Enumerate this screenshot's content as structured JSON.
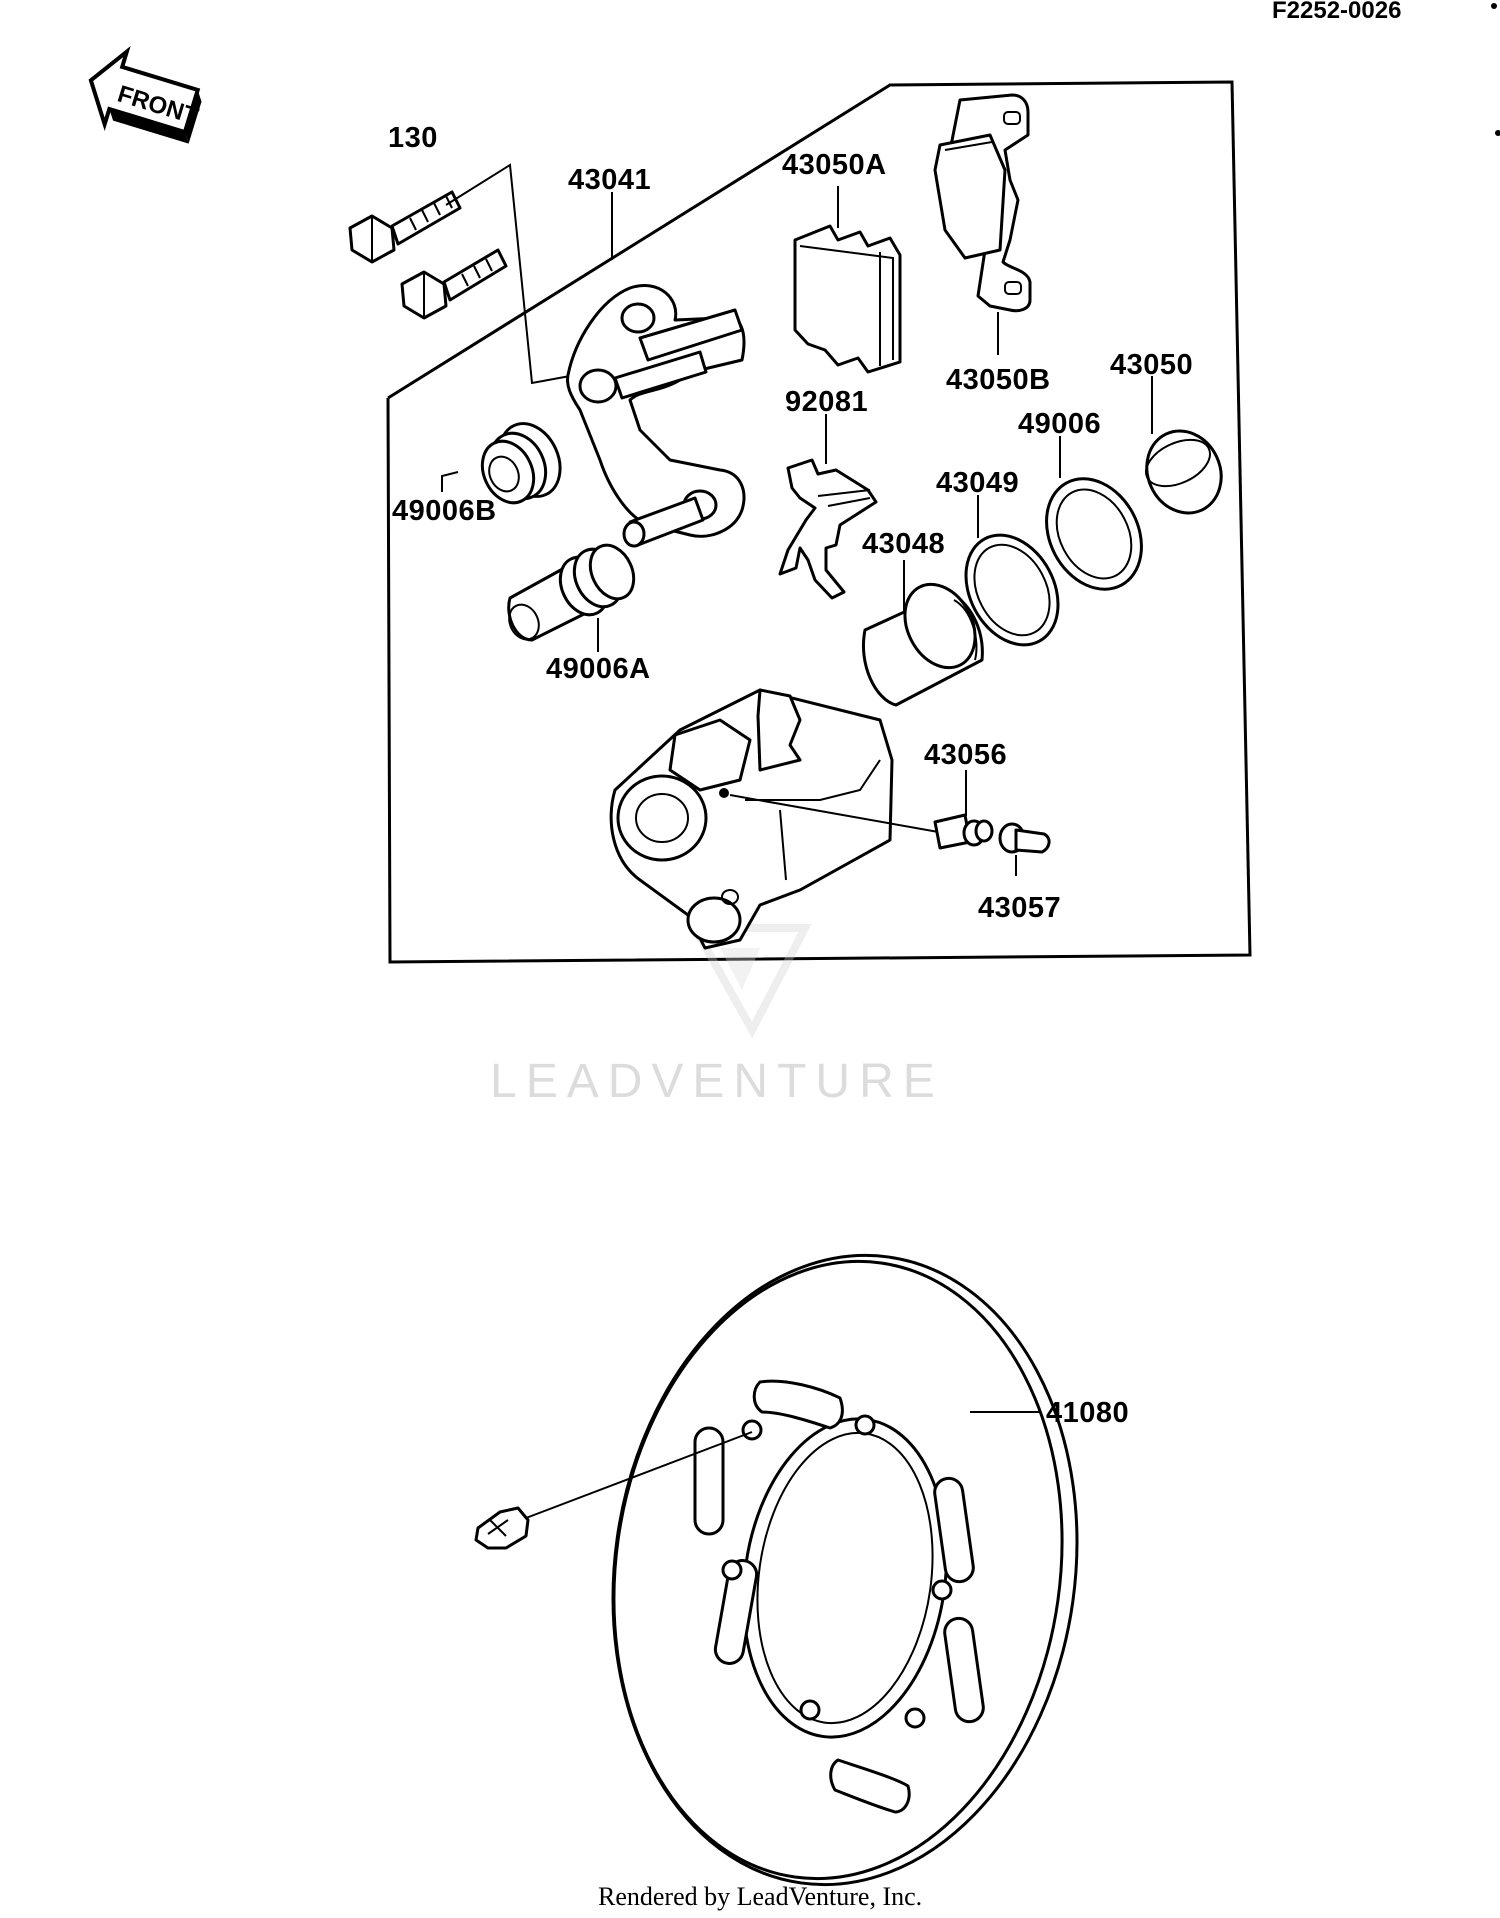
{
  "diagram_code": "F2252-0026",
  "front_label": "FRONT",
  "watermark": "LEADVENTURE",
  "footer": "Rendered by LeadVenture, Inc.",
  "parts": {
    "p130": "130",
    "p43041": "43041",
    "p43050A": "43050A",
    "p43050B": "43050B",
    "p43050": "43050",
    "p92081": "92081",
    "p49006": "49006",
    "p43049": "43049",
    "p43048": "43048",
    "p49006B": "49006B",
    "p49006A": "49006A",
    "p43056": "43056",
    "p43057": "43057",
    "p41080": "41080"
  }
}
